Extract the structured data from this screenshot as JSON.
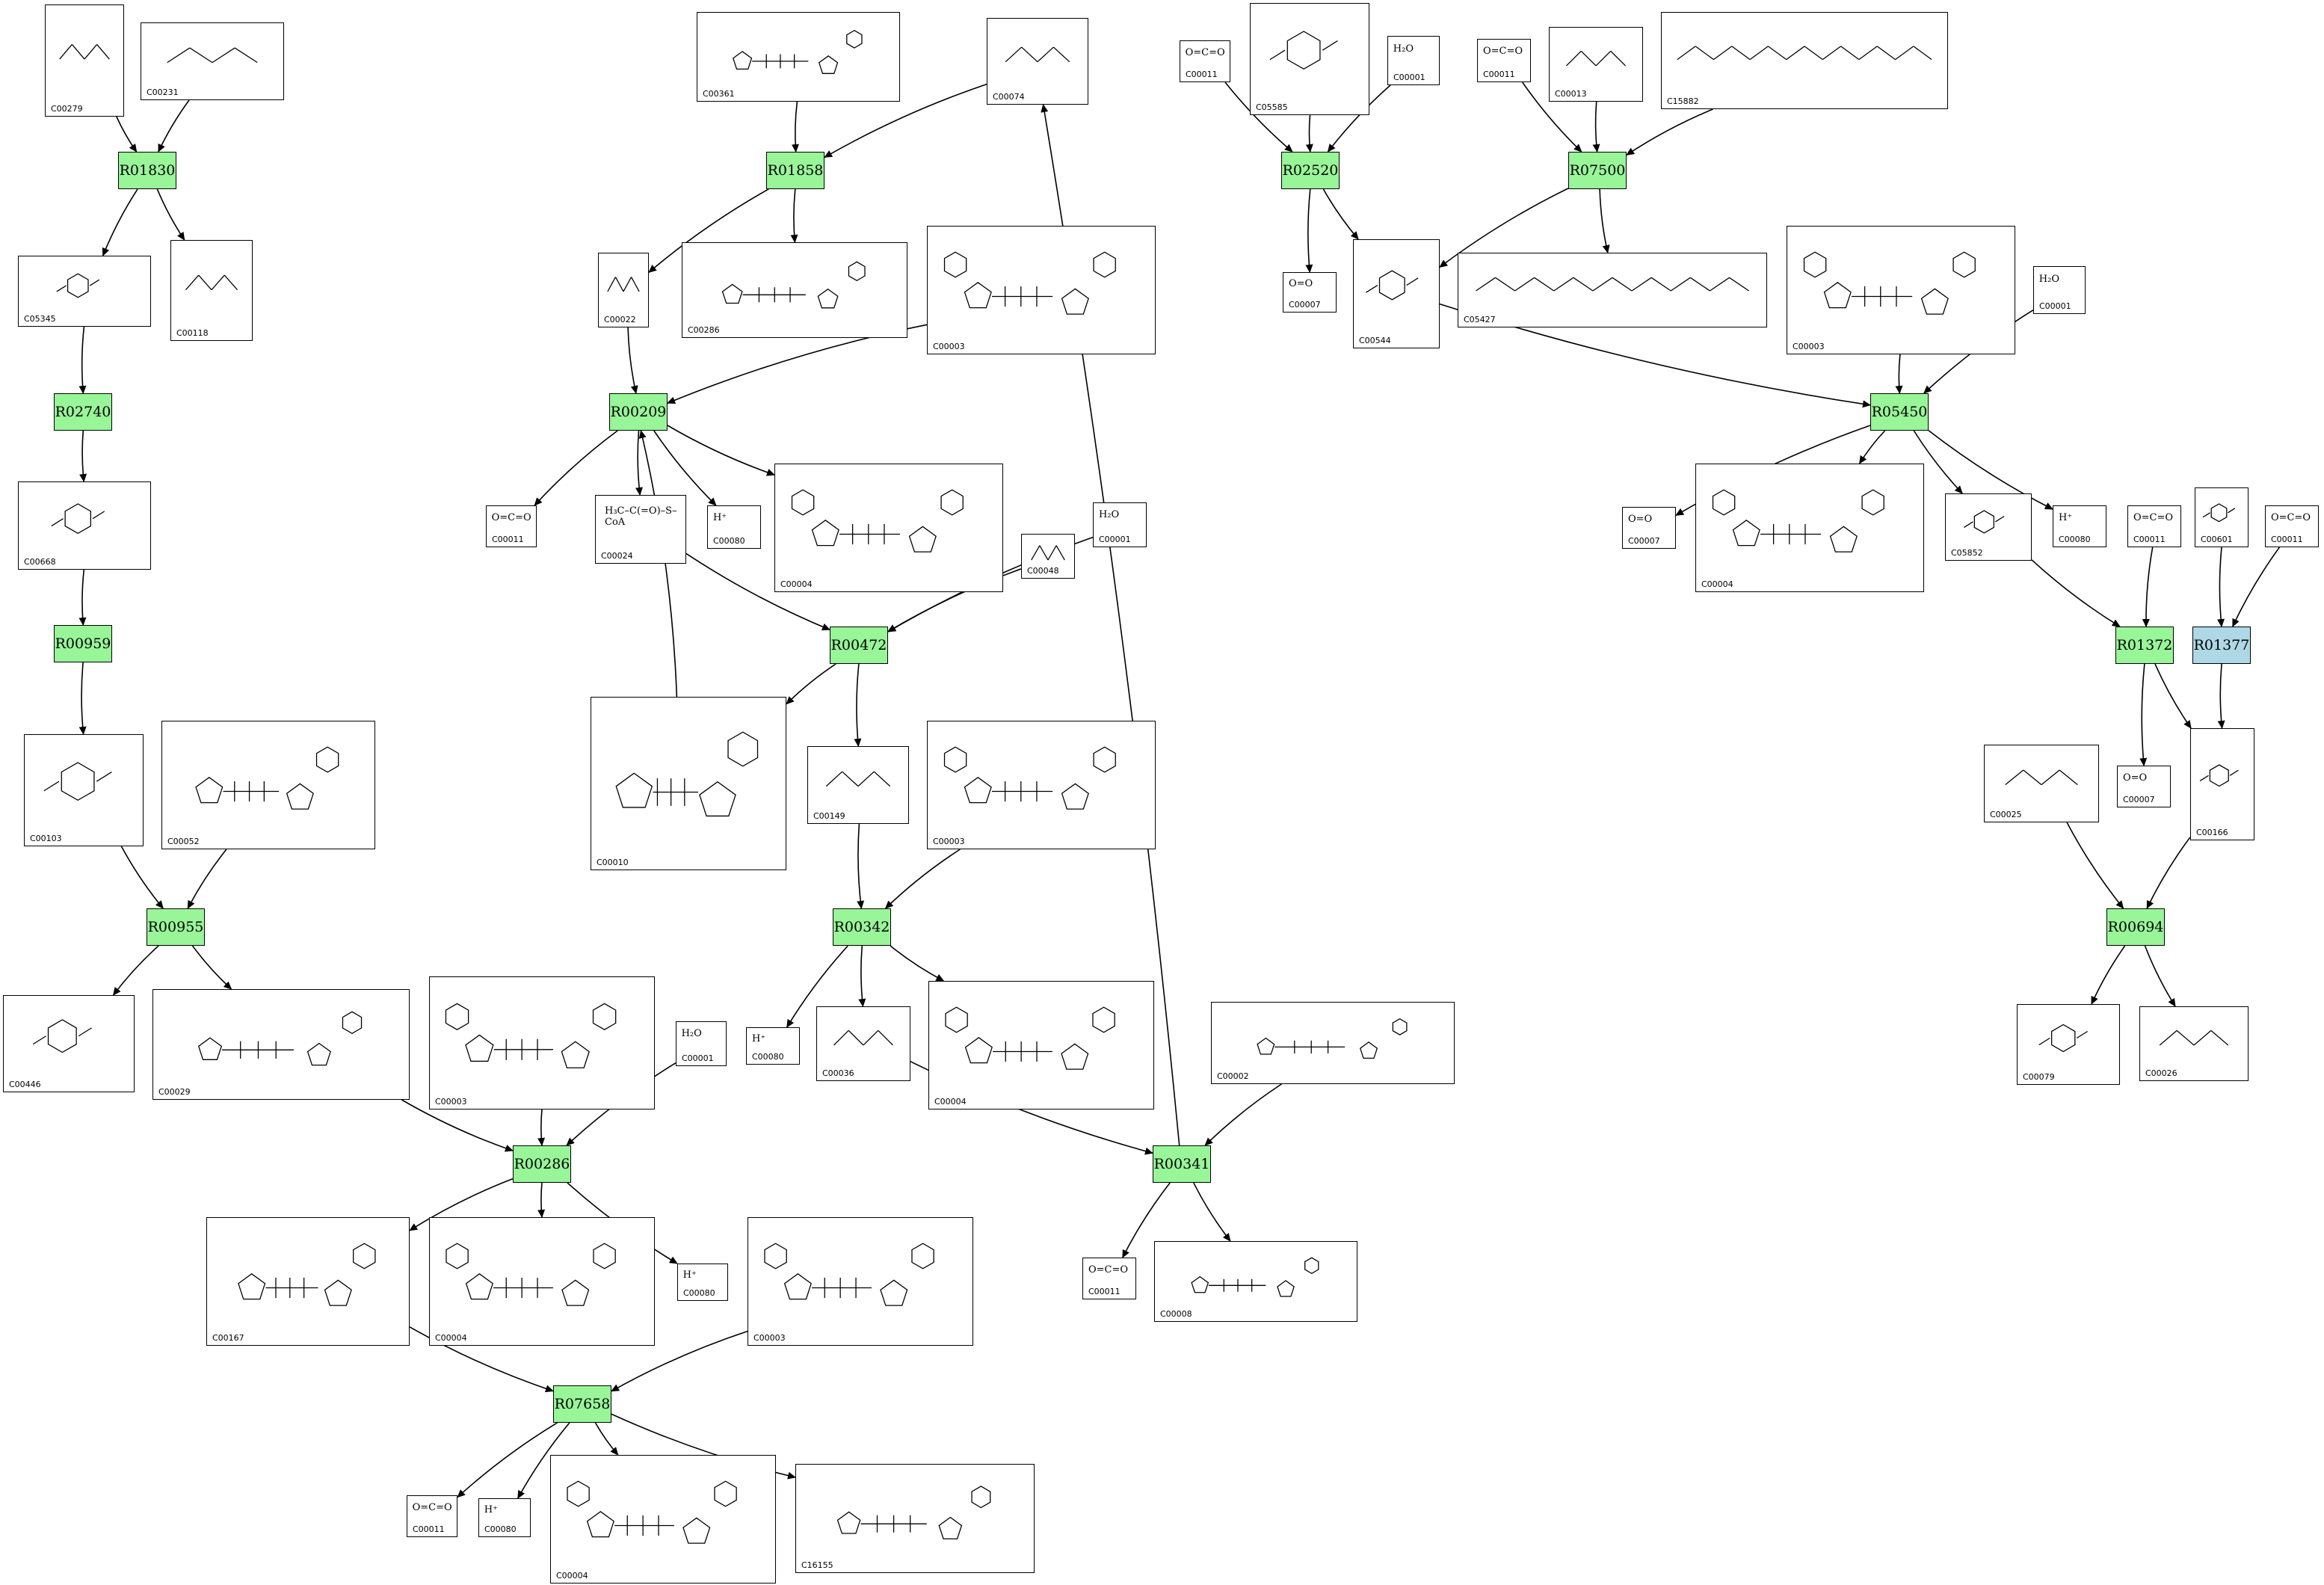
{
  "colors": {
    "reaction_known": "#98f598",
    "reaction_alt": "#aed8e6",
    "edge": "#000000",
    "box_border": "#000000"
  },
  "reactions": [
    {
      "id": "R01830",
      "kind": "known"
    },
    {
      "id": "R02740",
      "kind": "known"
    },
    {
      "id": "R00959",
      "kind": "known"
    },
    {
      "id": "R00955",
      "kind": "known"
    },
    {
      "id": "R00286",
      "kind": "known"
    },
    {
      "id": "R07658",
      "kind": "known"
    },
    {
      "id": "R01858",
      "kind": "known"
    },
    {
      "id": "R00209",
      "kind": "known"
    },
    {
      "id": "R00472",
      "kind": "known"
    },
    {
      "id": "R00342",
      "kind": "known"
    },
    {
      "id": "R00341",
      "kind": "known"
    },
    {
      "id": "R02520",
      "kind": "known"
    },
    {
      "id": "R07500",
      "kind": "known"
    },
    {
      "id": "R05450",
      "kind": "known"
    },
    {
      "id": "R01372",
      "kind": "known"
    },
    {
      "id": "R01377",
      "kind": "alt"
    },
    {
      "id": "R00694",
      "kind": "known"
    }
  ],
  "compounds": [
    {
      "key": "n1",
      "label": "C00279",
      "skeleton": "sugar"
    },
    {
      "key": "n2",
      "label": "C00231",
      "skeleton": "sugar"
    },
    {
      "key": "n3",
      "label": "C05345",
      "skeleton": "ring"
    },
    {
      "key": "n4",
      "label": "C00118",
      "skeleton": "sugar"
    },
    {
      "key": "n5",
      "label": "C00668",
      "skeleton": "ring"
    },
    {
      "key": "n6",
      "label": "C00103",
      "skeleton": "ring"
    },
    {
      "key": "n7",
      "label": "C00052",
      "skeleton": "nucleotide"
    },
    {
      "key": "n8",
      "label": "C00446",
      "skeleton": "ring"
    },
    {
      "key": "n9",
      "label": "C00029",
      "skeleton": "nucleotide"
    },
    {
      "key": "n10",
      "label": "C00003",
      "skeleton": "nad"
    },
    {
      "key": "n11",
      "label": "C00001",
      "formula": "H₂O",
      "skeleton": "small"
    },
    {
      "key": "n12",
      "label": "C00167",
      "skeleton": "nucleotide"
    },
    {
      "key": "n13",
      "label": "C00004",
      "skeleton": "nad"
    },
    {
      "key": "n14",
      "label": "C00080",
      "formula": "H⁺",
      "skeleton": "small"
    },
    {
      "key": "n15",
      "label": "C00003",
      "skeleton": "nad"
    },
    {
      "key": "n16",
      "label": "C00011",
      "formula": "O=C=O",
      "skeleton": "small"
    },
    {
      "key": "n17",
      "label": "C00080",
      "formula": "H⁺",
      "skeleton": "small"
    },
    {
      "key": "n18",
      "label": "C00004",
      "skeleton": "nad"
    },
    {
      "key": "n19",
      "label": "C16155",
      "skeleton": "nucleotide"
    },
    {
      "key": "n20",
      "label": "C00361",
      "skeleton": "nucleotide"
    },
    {
      "key": "n21",
      "label": "C00074",
      "skeleton": "chain"
    },
    {
      "key": "n22",
      "label": "C00022",
      "skeleton": "chain"
    },
    {
      "key": "n23",
      "label": "C00286",
      "skeleton": "nucleotide"
    },
    {
      "key": "n24",
      "label": "C00003",
      "skeleton": "nad"
    },
    {
      "key": "n25",
      "label": "C00011",
      "formula": "O=C=O",
      "skeleton": "small"
    },
    {
      "key": "n26",
      "label": "C00024",
      "formula": "H₃C–C(=O)–S–CoA",
      "skeleton": "small"
    },
    {
      "key": "n27",
      "label": "C00080",
      "formula": "H⁺",
      "skeleton": "small"
    },
    {
      "key": "n28",
      "label": "C00004",
      "skeleton": "nad"
    },
    {
      "key": "n29",
      "label": "C00048",
      "skeleton": "chain"
    },
    {
      "key": "n30",
      "label": "C00001",
      "formula": "H₂O",
      "skeleton": "small"
    },
    {
      "key": "n31",
      "label": "C00010",
      "skeleton": "coa"
    },
    {
      "key": "n32",
      "label": "C00149",
      "skeleton": "chain"
    },
    {
      "key": "n33",
      "label": "C00003",
      "skeleton": "nad"
    },
    {
      "key": "n34",
      "label": "C00080",
      "formula": "H⁺",
      "skeleton": "small"
    },
    {
      "key": "n35",
      "label": "C00036",
      "skeleton": "chain"
    },
    {
      "key": "n36",
      "label": "C00004",
      "skeleton": "nad"
    },
    {
      "key": "n37",
      "label": "C00002",
      "skeleton": "nucleotide"
    },
    {
      "key": "n38",
      "label": "C00011",
      "formula": "O=C=O",
      "skeleton": "small"
    },
    {
      "key": "n39",
      "label": "C00008",
      "skeleton": "nucleotide"
    },
    {
      "key": "n40",
      "label": "C00011",
      "formula": "O=C=O",
      "skeleton": "small"
    },
    {
      "key": "n41",
      "label": "C05585",
      "skeleton": "ring"
    },
    {
      "key": "n42",
      "label": "C00001",
      "formula": "H₂O",
      "skeleton": "small"
    },
    {
      "key": "n43",
      "label": "C00007",
      "formula": "O=O",
      "skeleton": "small"
    },
    {
      "key": "n44",
      "label": "C00011",
      "formula": "O=C=O",
      "skeleton": "small"
    },
    {
      "key": "n45",
      "label": "C00013",
      "skeleton": "chain"
    },
    {
      "key": "n46",
      "label": "C15882",
      "skeleton": "isoprenoid"
    },
    {
      "key": "n47",
      "label": "C00544",
      "skeleton": "ring"
    },
    {
      "key": "n48",
      "label": "C05427",
      "skeleton": "isoprenoid"
    },
    {
      "key": "n49",
      "label": "C00003",
      "skeleton": "nad"
    },
    {
      "key": "n50",
      "label": "C00001",
      "formula": "H₂O",
      "skeleton": "small"
    },
    {
      "key": "n51",
      "label": "C00007",
      "formula": "O=O",
      "skeleton": "small"
    },
    {
      "key": "n52",
      "label": "C00004",
      "skeleton": "nad"
    },
    {
      "key": "n53",
      "label": "C05852",
      "skeleton": "ring"
    },
    {
      "key": "n54",
      "label": "C00080",
      "formula": "H⁺",
      "skeleton": "small"
    },
    {
      "key": "n55",
      "label": "C00011",
      "formula": "O=C=O",
      "skeleton": "small"
    },
    {
      "key": "n56",
      "label": "C00601",
      "skeleton": "ring"
    },
    {
      "key": "n57",
      "label": "C00011",
      "formula": "O=C=O",
      "skeleton": "small"
    },
    {
      "key": "n58",
      "label": "C00007",
      "formula": "O=O",
      "skeleton": "small"
    },
    {
      "key": "n59",
      "label": "C00166",
      "skeleton": "ring"
    },
    {
      "key": "n60",
      "label": "C00025",
      "skeleton": "chain"
    },
    {
      "key": "n61",
      "label": "C00079",
      "skeleton": "ring"
    },
    {
      "key": "n62",
      "label": "C00026",
      "skeleton": "chain"
    }
  ]
}
